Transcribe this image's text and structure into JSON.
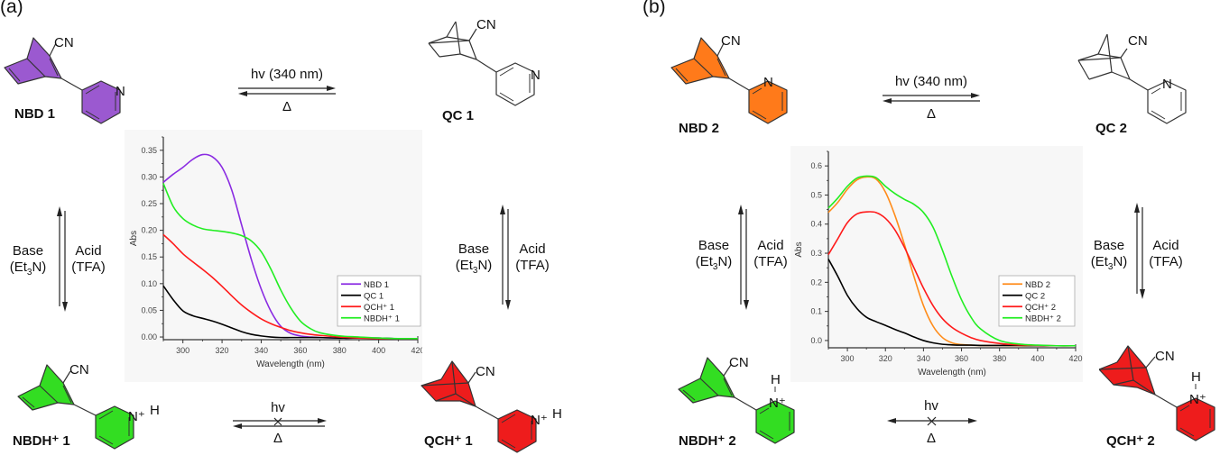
{
  "panels": [
    {
      "label": "(a)",
      "compounds": {
        "nbd": {
          "name": "NBD 1",
          "substituent": "CN",
          "heteroatom": "N",
          "color": "#9b59d0"
        },
        "qc": {
          "name": "QC 1",
          "substituent": "CN",
          "heteroatom": "N",
          "color": "#ffffff"
        },
        "nbdh": {
          "name": "NBDH⁺ 1",
          "substituent": "CN",
          "heteroatom": "N⁺",
          "proton": "H",
          "color": "#33dd22"
        },
        "qch": {
          "name": "QCH⁺  1",
          "substituent": "CN",
          "heteroatom": "N⁺",
          "proton": "H",
          "color": "#ee1c1c"
        }
      },
      "arrows": {
        "top": {
          "above": "hv (340 nm)",
          "below": "Δ"
        },
        "bottom": {
          "above": "hv",
          "below": "Δ",
          "blocked_mark": "×"
        },
        "left": {
          "left_label_1": "Base",
          "left_label_2": "(Et",
          "left_sub": "3",
          "left_label_3": "N)",
          "right_label_1": "Acid",
          "right_label_2": "(TFA)"
        },
        "right": {
          "left_label_1": "Base",
          "left_label_2": "(Et",
          "left_sub": "3",
          "left_label_3": "N)",
          "right_label_1": "Acid",
          "right_label_2": "(TFA)"
        }
      }
    },
    {
      "label": "(b)",
      "compounds": {
        "nbd": {
          "name": "NBD 2",
          "substituent": "CN",
          "heteroatom": "N",
          "color": "#ff7a1a"
        },
        "qc": {
          "name": "QC 2",
          "substituent": "CN",
          "heteroatom": "N",
          "color": "#ffffff"
        },
        "nbdh": {
          "name": "NBDH⁺ 2",
          "substituent": "CN",
          "heteroatom": "N⁺",
          "proton": "H",
          "color": "#33dd22"
        },
        "qch": {
          "name": "QCH⁺  2",
          "substituent": "CN",
          "heteroatom": "N⁺",
          "proton": "H",
          "color": "#ee1c1c"
        }
      },
      "arrows": {
        "top": {
          "above": "hv (340 nm)",
          "below": "Δ"
        },
        "bottom": {
          "above": "hv",
          "below": "Δ",
          "blocked_mark": "×"
        },
        "left": {
          "left_label_1": "Base",
          "left_label_2": "(Et",
          "left_sub": "3",
          "left_label_3": "N)",
          "right_label_1": "Acid",
          "right_label_2": "(TFA)"
        },
        "right": {
          "left_label_1": "Base",
          "left_label_2": "(Et",
          "left_sub": "3",
          "left_label_3": "N)",
          "right_label_1": "Acid",
          "right_label_2": "(TFA)"
        }
      }
    }
  ],
  "chart_data": [
    {
      "type": "line",
      "title": "",
      "xlabel": "Wavelength (nm)",
      "ylabel": "Abs",
      "xlim": [
        290,
        420
      ],
      "ylim": [
        -0.005,
        0.375
      ],
      "xticks": [
        300,
        320,
        340,
        360,
        380,
        400,
        420
      ],
      "yticks": [
        0.0,
        0.05,
        0.1,
        0.15,
        0.2,
        0.25,
        0.3,
        0.35
      ],
      "ytick_labels": [
        "0.00",
        "0.05",
        "0.10",
        "0.15",
        "0.20",
        "0.25",
        "0.30",
        "0.35"
      ],
      "grid": false,
      "legend": "bottom-right",
      "x": [
        290,
        295,
        300,
        305,
        310,
        315,
        320,
        325,
        330,
        335,
        340,
        345,
        350,
        355,
        360,
        365,
        370,
        380,
        390,
        400,
        410,
        420
      ],
      "series": [
        {
          "name": "NBD 1",
          "color": "#8a2be2",
          "values": [
            0.29,
            0.305,
            0.318,
            0.333,
            0.342,
            0.338,
            0.318,
            0.275,
            0.21,
            0.145,
            0.09,
            0.048,
            0.02,
            0.007,
            0.002,
            0.0,
            -0.001,
            -0.002,
            -0.002,
            -0.002,
            -0.003,
            -0.003
          ]
        },
        {
          "name": "QC 1",
          "color": "#000000",
          "values": [
            0.096,
            0.07,
            0.049,
            0.04,
            0.035,
            0.03,
            0.024,
            0.017,
            0.01,
            0.005,
            0.002,
            0.0,
            -0.001,
            -0.001,
            -0.001,
            -0.001,
            -0.001,
            -0.002,
            -0.002,
            -0.002,
            -0.003,
            -0.003
          ]
        },
        {
          "name": "QCH⁺ 1",
          "color": "#ff1a1a",
          "values": [
            0.192,
            0.175,
            0.156,
            0.141,
            0.127,
            0.112,
            0.095,
            0.077,
            0.06,
            0.046,
            0.034,
            0.025,
            0.018,
            0.012,
            0.008,
            0.005,
            0.003,
            0.0,
            -0.002,
            -0.003,
            -0.003,
            -0.003
          ]
        },
        {
          "name": "NBDH⁺ 1",
          "color": "#22ee22",
          "values": [
            0.288,
            0.245,
            0.222,
            0.21,
            0.203,
            0.2,
            0.198,
            0.195,
            0.19,
            0.18,
            0.16,
            0.127,
            0.088,
            0.055,
            0.03,
            0.016,
            0.008,
            0.002,
            0.0,
            -0.002,
            -0.003,
            -0.003
          ]
        }
      ]
    },
    {
      "type": "line",
      "title": "",
      "xlabel": "Wavelength (nm)",
      "ylabel": "Abs",
      "xlim": [
        290,
        420
      ],
      "ylim": [
        -0.025,
        0.65
      ],
      "xticks": [
        300,
        320,
        340,
        360,
        380,
        400,
        420
      ],
      "yticks": [
        0.0,
        0.1,
        0.2,
        0.3,
        0.4,
        0.5,
        0.6
      ],
      "ytick_labels": [
        "0.0",
        "0.1",
        "0.2",
        "0.3",
        "0.4",
        "0.5",
        "0.6"
      ],
      "grid": false,
      "legend": "bottom-right",
      "x": [
        290,
        295,
        300,
        305,
        310,
        315,
        320,
        325,
        330,
        335,
        340,
        345,
        350,
        355,
        360,
        365,
        370,
        380,
        390,
        400,
        410,
        420
      ],
      "series": [
        {
          "name": "NBD 2",
          "color": "#ff8c1a",
          "values": [
            0.44,
            0.475,
            0.52,
            0.552,
            0.562,
            0.555,
            0.51,
            0.43,
            0.33,
            0.22,
            0.12,
            0.05,
            0.01,
            -0.008,
            -0.014,
            -0.016,
            -0.017,
            -0.017,
            -0.018,
            -0.018,
            -0.018,
            -0.018
          ]
        },
        {
          "name": "QC 2",
          "color": "#000000",
          "values": [
            0.28,
            0.22,
            0.155,
            0.11,
            0.08,
            0.065,
            0.052,
            0.038,
            0.026,
            0.012,
            0.0,
            -0.008,
            -0.013,
            -0.015,
            -0.016,
            -0.016,
            -0.017,
            -0.017,
            -0.017,
            -0.018,
            -0.018,
            -0.018
          ]
        },
        {
          "name": "QCH⁺ 2",
          "color": "#ff1a1a",
          "values": [
            0.295,
            0.35,
            0.405,
            0.435,
            0.442,
            0.44,
            0.42,
            0.38,
            0.32,
            0.25,
            0.18,
            0.12,
            0.075,
            0.045,
            0.025,
            0.01,
            0.0,
            -0.01,
            -0.015,
            -0.017,
            -0.018,
            -0.018
          ]
        },
        {
          "name": "NBDH⁺ 2",
          "color": "#22ee22",
          "values": [
            0.455,
            0.49,
            0.53,
            0.558,
            0.565,
            0.56,
            0.53,
            0.505,
            0.485,
            0.468,
            0.44,
            0.39,
            0.31,
            0.22,
            0.14,
            0.08,
            0.04,
            0.0,
            -0.012,
            -0.016,
            -0.018,
            -0.018
          ]
        }
      ]
    }
  ]
}
